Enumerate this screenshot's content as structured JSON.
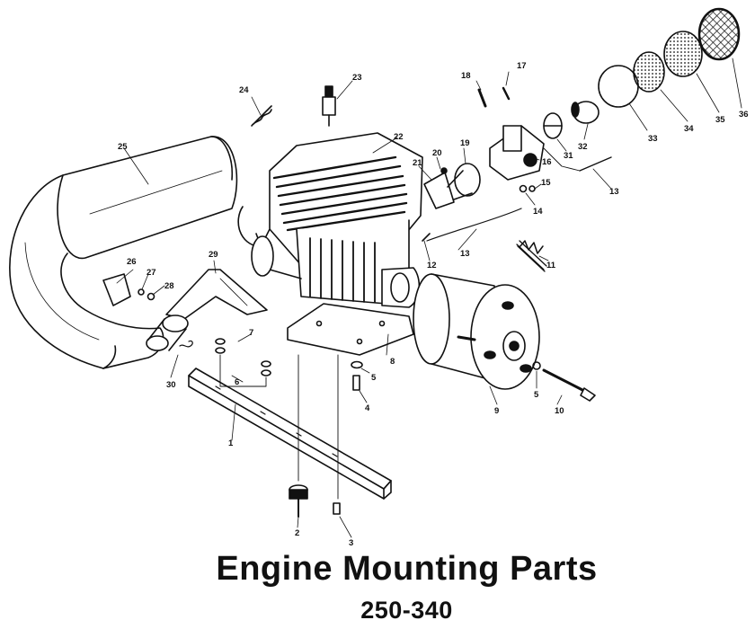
{
  "title": "Engine Mounting Parts",
  "model_range": "250-340",
  "callouts": [
    "1",
    "2",
    "3",
    "4",
    "5",
    "5",
    "6",
    "7",
    "8",
    "9",
    "10",
    "11",
    "12",
    "13",
    "13",
    "14",
    "15",
    "16",
    "17",
    "18",
    "19",
    "20",
    "21",
    "22",
    "23",
    "24",
    "25",
    "26",
    "27",
    "28",
    "29",
    "30",
    "31",
    "32",
    "33",
    "34",
    "35",
    "36"
  ],
  "colors": {
    "ink": "#111111",
    "paper": "#ffffff"
  }
}
